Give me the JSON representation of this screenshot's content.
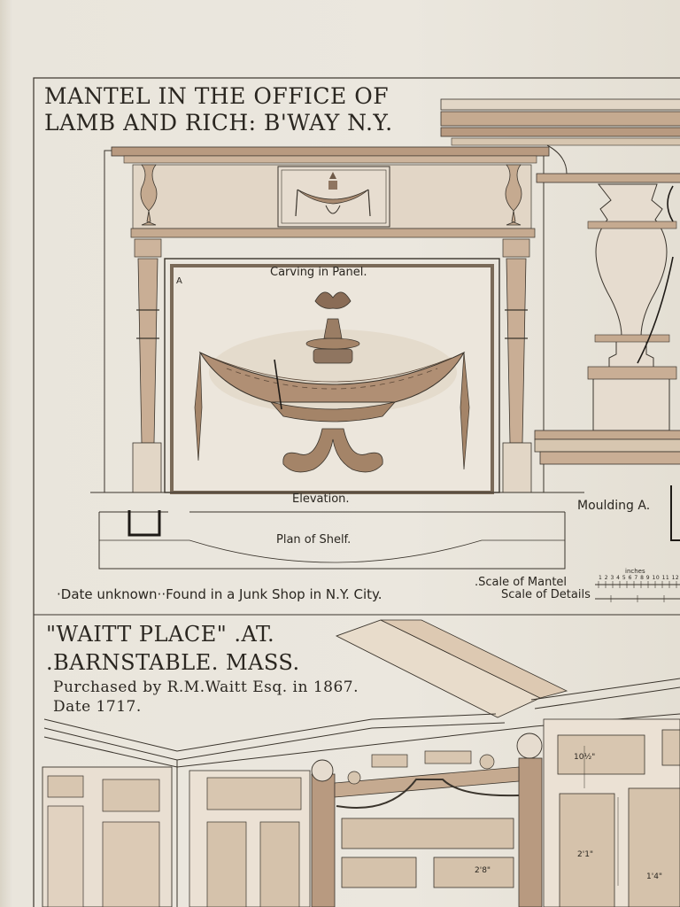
{
  "mantel": {
    "title_line1": "MANTEL IN THE OFFICE OF",
    "title_line2": "LAMB AND RICH: B'WAY N.Y.",
    "carving_label": "Carving in Panel.",
    "marker_a": "A",
    "elevation_label": "Elevation.",
    "plan_label": "Plan of Shelf.",
    "moulding_label": "Moulding A.",
    "note": "·Date unknown··Found in a Junk Shop in N.Y. City.",
    "scale_mantel": ".Scale of Mantel",
    "scale_details": "Scale of Details",
    "scale_unit": "inches",
    "scale_ticks": "1 2 3 4 5 6 7 8 9 10 11 12"
  },
  "waitt": {
    "title_line1": "\"WAITT PLACE\" .AT.",
    "title_line2": ".BARNSTABLE. MASS.",
    "purchased": "Purchased by R.M.Waitt Esq. in 1867.",
    "date": "Date 1717.",
    "dim_1": "2'8\"",
    "dim_2": "2'1\"",
    "dim_3": "1'4\"",
    "dim_4": "10½\""
  },
  "colors": {
    "paper": "#ebe7de",
    "ink": "#2a2620",
    "wash": "#c9ae95",
    "wash_dark": "#a88a70"
  }
}
